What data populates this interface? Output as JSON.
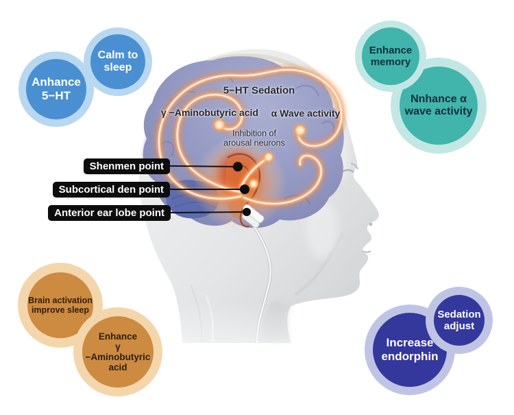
{
  "bubbles": {
    "anhance_5ht": {
      "label": "Anhance\n5−HT"
    },
    "calm_to_sleep": {
      "label": "Calm to\nsleep"
    },
    "enhance_memory": {
      "label": "Enhance\nmemory"
    },
    "nnhance_alpha": {
      "label": "Nnhance α\nwave activity"
    },
    "brain_activation": {
      "label": "Brain activation\nimprove sleep"
    },
    "enhance_gaba": {
      "label": "Enhance\nγ −Aminobutyric\nacid"
    },
    "increase_endorphin": {
      "label": "Increase\nendorphin"
    },
    "sedation_adjust": {
      "label": "Sedation\nadjust"
    }
  },
  "brain": {
    "serotonin": "5−HT Sedation",
    "gaba": "γ −Aminobutyric acid",
    "alpha": "α Wave activity",
    "inhibition": "Inhibition of\narousal neurons"
  },
  "acupoints": {
    "shenmen": {
      "label": "Shenmen point"
    },
    "subcortical": {
      "label": "Subcortical den point"
    },
    "anterior": {
      "label": "Anterior ear lobe point"
    }
  },
  "colors": {
    "blue": "#4a8fd2",
    "blue_halo": "#b8d7f0",
    "teal": "#41b4ab",
    "teal_halo": "#c3e7e4",
    "orange": "#cd8a41",
    "orange_halo": "#f4d6ac",
    "indigo": "#34379c",
    "indigo_halo": "#c0c4e4",
    "glow": "#ef8c4a",
    "ear_glow": "#e85c22",
    "label_box": "#0d0d0d",
    "brain_fill": "#8a8fbb"
  }
}
